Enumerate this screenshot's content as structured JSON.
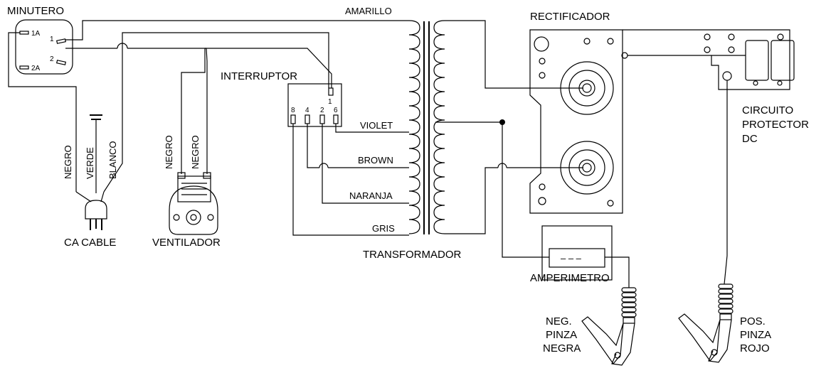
{
  "components": {
    "timer": "MINUTERO",
    "switch": "INTERRUPTOR",
    "transformer": "TRANSFORMADOR",
    "rectifier": "RECTIFICADOR",
    "ac_cable": "CA CABLE",
    "fan": "VENTILADOR",
    "ammeter": "AMPERIMETRO",
    "dc_protector": [
      "CIRCUITO",
      "PROTECTOR",
      "DC"
    ],
    "neg_clamp": [
      "NEG.",
      "PINZA",
      "NEGRA"
    ],
    "pos_clamp": [
      "POS.",
      "PINZA",
      "ROJO"
    ]
  },
  "wires": {
    "yellow": "AMARILLO",
    "violet": "VIOLET",
    "brown": "BROWN",
    "orange": "NARANJA",
    "gray": "GRIS",
    "cable_black": "NEGRO",
    "cable_green": "VERDE",
    "cable_white": "BLANCO",
    "fan_black_1": "NEGRO",
    "fan_black_2": "NEGRO"
  },
  "terminals": {
    "timer": [
      "1A",
      "1",
      "2",
      "2A"
    ],
    "switch_top": "1",
    "switch_bottom": [
      "8",
      "4",
      "2",
      "6"
    ]
  },
  "ammeter_scale": "– – –"
}
